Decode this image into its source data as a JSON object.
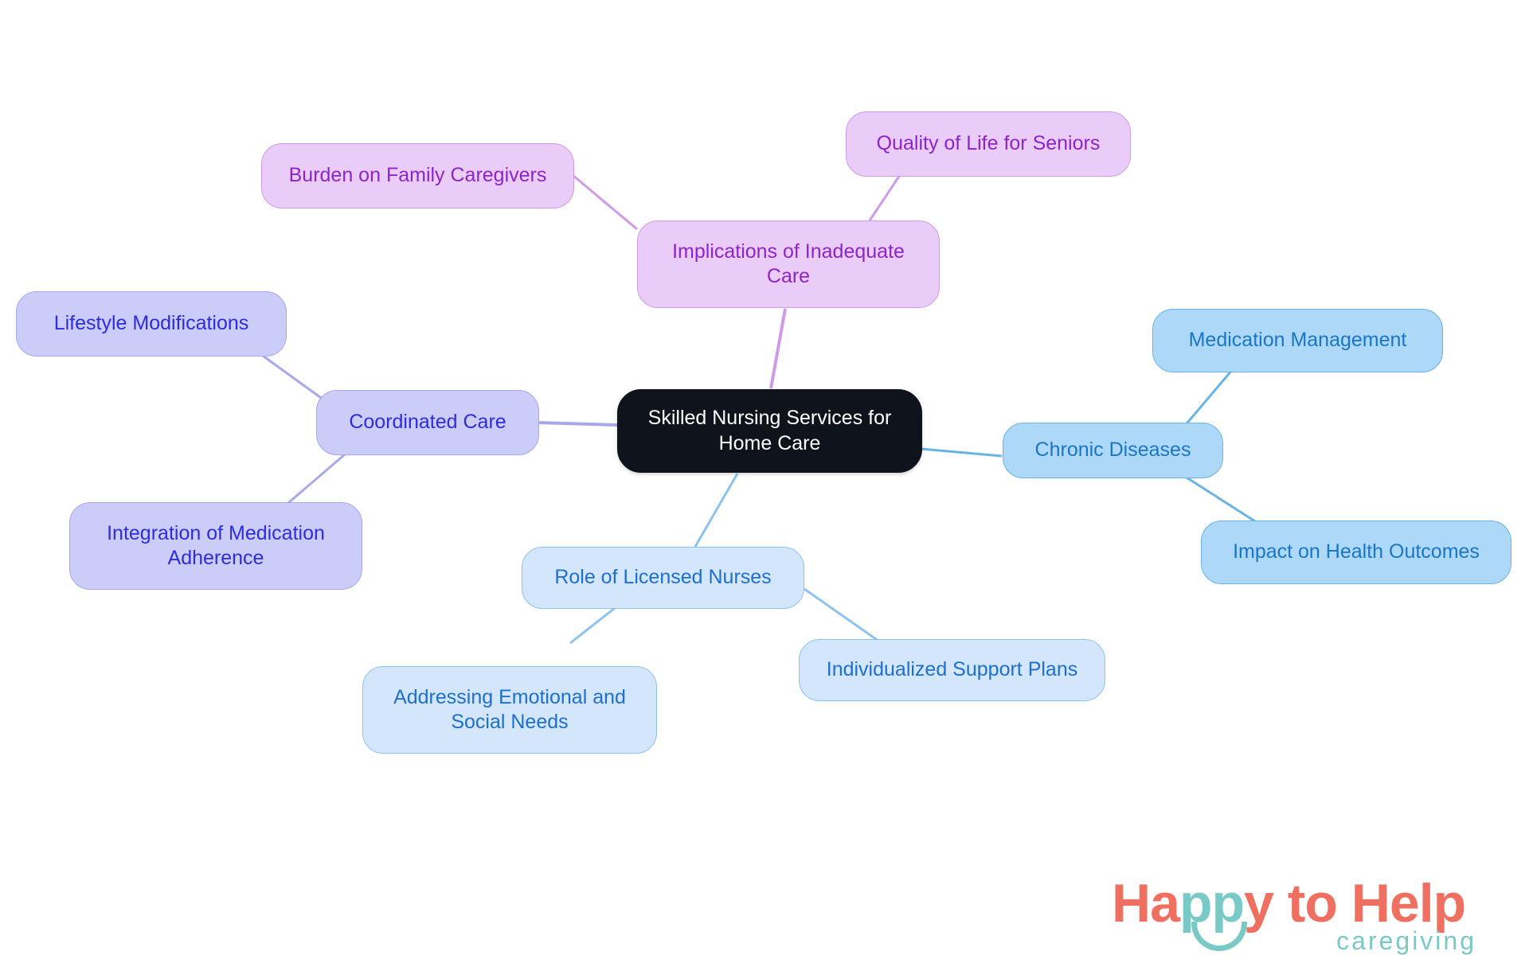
{
  "diagram": {
    "type": "mindmap",
    "title": "Skilled Nursing Services for Home Care",
    "root": {
      "id": "root",
      "label": "Skilled Nursing Services for\nHome Care",
      "color_fill": "#0e131c",
      "color_text": "#ffffff"
    },
    "branches": [
      {
        "id": "implications",
        "label": "Implications of Inadequate\nCare",
        "color_fill": "#e9ccf7",
        "color_border": "#cf9be8",
        "color_text": "#8e24cc",
        "children": [
          {
            "id": "burden",
            "label": "Burden on Family Caregivers"
          },
          {
            "id": "quality",
            "label": "Quality of Life for Seniors"
          }
        ]
      },
      {
        "id": "coordinated",
        "label": "Coordinated Care",
        "color_fill": "#ccccf8",
        "color_border": "#a9a8ea",
        "color_text": "#2d2de0",
        "children": [
          {
            "id": "lifestyle",
            "label": "Lifestyle Modifications"
          },
          {
            "id": "integration",
            "label": "Integration of Medication\nAdherence"
          }
        ]
      },
      {
        "id": "chronic",
        "label": "Chronic Diseases",
        "color_fill": "#add8f7",
        "color_border": "#68b4e4",
        "color_text": "#1976c8",
        "children": [
          {
            "id": "medication",
            "label": "Medication Management"
          },
          {
            "id": "impact",
            "label": "Impact on Health Outcomes"
          }
        ]
      },
      {
        "id": "nurses",
        "label": "Role of Licensed Nurses",
        "color_fill": "#d3e6fb",
        "color_border": "#8ec2ef",
        "color_text": "#1d6fd0",
        "children": [
          {
            "id": "emotional",
            "label": "Addressing Emotional and\nSocial Needs"
          },
          {
            "id": "plans",
            "label": "Individualized Support Plans"
          }
        ]
      }
    ]
  },
  "logo": {
    "primary_text": "Happy to Help",
    "happy_h": "Ha",
    "happy_pp": "pp",
    "happy_y": "y to Help",
    "secondary_text": "caregiving",
    "color_primary": "#ef6f61",
    "color_secondary": "#79cac6"
  }
}
